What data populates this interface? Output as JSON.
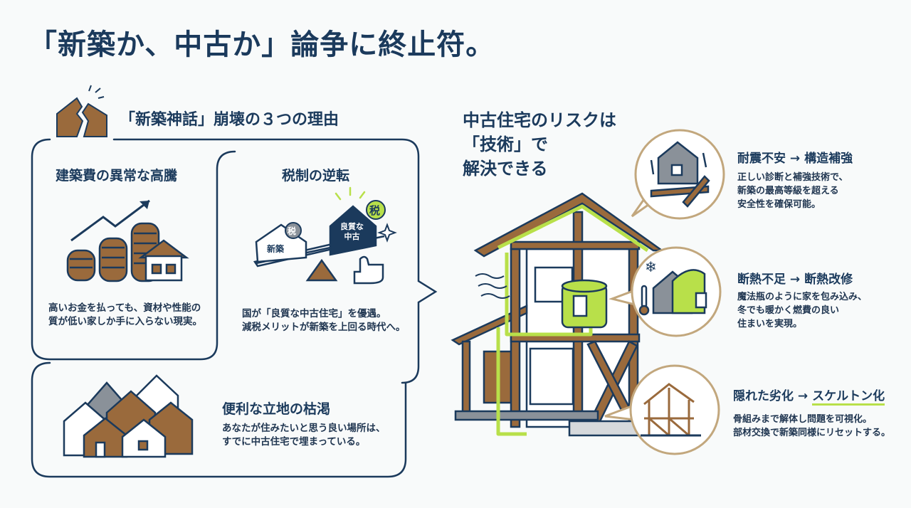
{
  "title": "「新築か、中古か」論争に終止符。",
  "reasons": {
    "heading": "「新築神話」崩壊の３つの理由",
    "cost": {
      "title": "建築費の異常な高騰",
      "lines": [
        "高いお金を払っても、資材や性能の",
        "質が低い家しか手に入らない現実。"
      ]
    },
    "tax": {
      "title": "税制の逆転",
      "lines": [
        "国が「良質な中古住宅」を優遇。",
        "減税メリットが新築を上回る時代へ。"
      ],
      "badge_tax": "税",
      "house_new": "新築",
      "house_used_line1": "良質な",
      "house_used_line2": "中古"
    },
    "location": {
      "title": "便利な立地の枯渇",
      "lines": [
        "あなたが住みたいと思う良い場所は、",
        "すでに中古住宅で埋まっている。"
      ]
    }
  },
  "solution": {
    "heading_lines": [
      "中古住宅のリスクは",
      "「技術」で",
      "解決できる"
    ]
  },
  "risks": [
    {
      "title": "耐震不安 → 構造補強",
      "lines": [
        "正しい診断と補強技術で、",
        "新築の最高等級を超える",
        "安全性を確保可能。"
      ]
    },
    {
      "title": "断熱不足 → 断熱改修",
      "lines": [
        "魔法瓶のように家を包み込み、",
        "冬でも暖かく燃費の良い",
        "住まいを実現。"
      ]
    },
    {
      "title_prefix": "隠れた劣化 → ",
      "title_highlight": "スケルトン化",
      "lines": [
        "骨組みまで解体し問題を可視化。",
        "部材交換で新築同様にリセットする。"
      ]
    }
  ],
  "colors": {
    "navy": "#1b3a5c",
    "brown": "#9a6a3c",
    "lime": "#b8e04a",
    "gray": "#8a9199"
  }
}
